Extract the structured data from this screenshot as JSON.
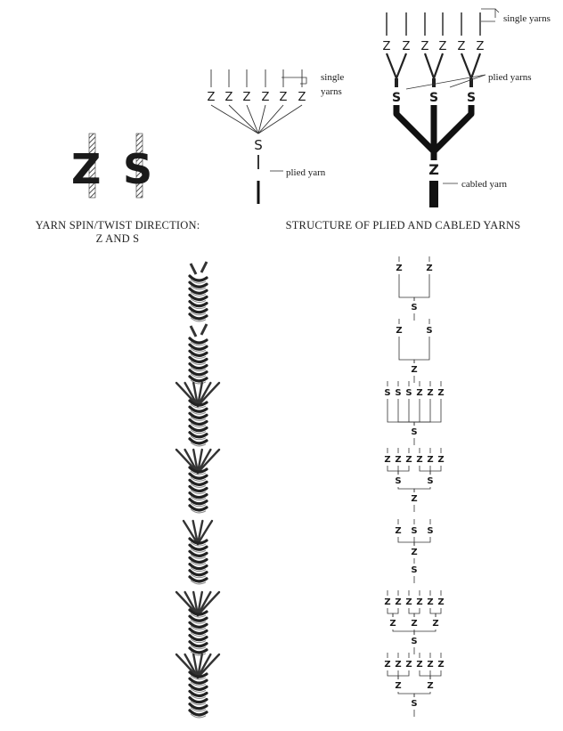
{
  "twist_panel": {
    "z_letter": "Z",
    "s_letter": "S",
    "caption_line1": "YARN SPIN/TWIST DIRECTION:",
    "caption_line2": "Z AND S"
  },
  "plied_panel": {
    "singles": [
      "Z",
      "Z",
      "Z",
      "Z",
      "Z",
      "Z"
    ],
    "ply": "S",
    "label_single_line1": "single",
    "label_single_line2": "yarns",
    "label_plied": "plied yarn"
  },
  "cabled_panel": {
    "singles": [
      "Z",
      "Z",
      "Z",
      "Z",
      "Z",
      "Z"
    ],
    "plies": [
      "S",
      "S",
      "S"
    ],
    "cable": "Z",
    "label_single": "single yarns",
    "label_plied": "plied yarns",
    "label_cabled": "cabled yarn",
    "caption": "STRUCTURE OF PLIED AND CABLED YARNS"
  },
  "examples": [
    {
      "top": [
        "Z",
        "Z"
      ],
      "mid": [],
      "bottom": "S"
    },
    {
      "top": [
        "Z",
        "S"
      ],
      "mid": [],
      "bottom": "Z"
    },
    {
      "top": [
        "S",
        "S",
        "S",
        "Z",
        "Z",
        "Z"
      ],
      "mid": [],
      "bottom": "S"
    },
    {
      "top": [
        "Z",
        "Z",
        "Z",
        "Z",
        "Z",
        "Z"
      ],
      "mid": [
        "S",
        "S"
      ],
      "bottom": "Z"
    },
    {
      "top": [
        "Z",
        "S",
        "S"
      ],
      "mid": [
        "Z"
      ],
      "bottom": "S"
    },
    {
      "top": [
        "Z",
        "Z",
        "Z",
        "Z",
        "Z",
        "Z"
      ],
      "mid": [
        "Z",
        "Z",
        "Z"
      ],
      "bottom": "S"
    },
    {
      "top": [
        "Z",
        "Z",
        "Z",
        "Z",
        "Z",
        "Z"
      ],
      "mid": [
        "Z",
        "Z"
      ],
      "bottom": "S"
    }
  ]
}
